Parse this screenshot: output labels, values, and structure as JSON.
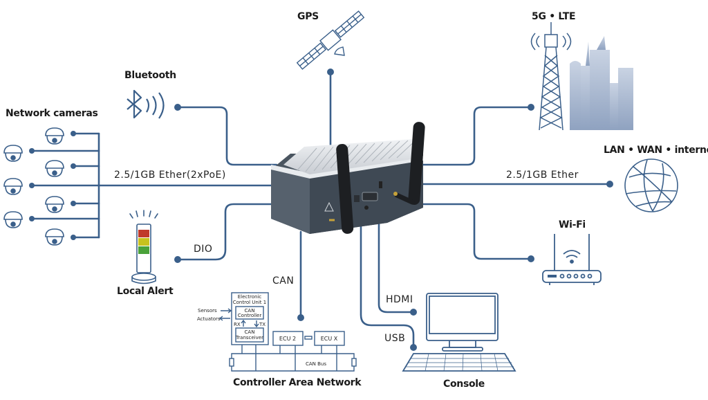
{
  "diagram": {
    "central_device": "Edge computing box with two antennas",
    "line_color": "#3a5f8a",
    "labels": {
      "gps": "GPS",
      "lte": "5G • LTE",
      "bluetooth": "Bluetooth",
      "network_cameras": "Network cameras",
      "lan_wan": "LAN • WAN • internet",
      "wifi": "Wi-Fi",
      "local_alert": "Local Alert",
      "can_network": "Controller Area Network",
      "console": "Console"
    },
    "connections": {
      "ether_poe": "2.5/1GB Ether(2xPoE)",
      "ether": "2.5/1GB Ether",
      "dio": "DIO",
      "can": "CAN",
      "hdmi": "HDMI",
      "usb": "USB"
    },
    "can_detail": {
      "ecu1_title_line1": "Electronic",
      "ecu1_title_line2": "Control Unit 1",
      "can_controller_line1": "CAN",
      "can_controller_line2": "Controller",
      "can_transceiver_line1": "CAN",
      "can_transceiver_line2": "Transceiver",
      "sensors": "Sensors",
      "actuators": "Actuators",
      "rx": "RX",
      "tx": "TX",
      "ecu2": "ECU 2",
      "ecux": "ECU X",
      "can_bus": "CAN Bus"
    },
    "camera_count": 7,
    "alert_tower_colors": [
      "#c0392b",
      "#c8c21e",
      "#4aa23a"
    ]
  }
}
